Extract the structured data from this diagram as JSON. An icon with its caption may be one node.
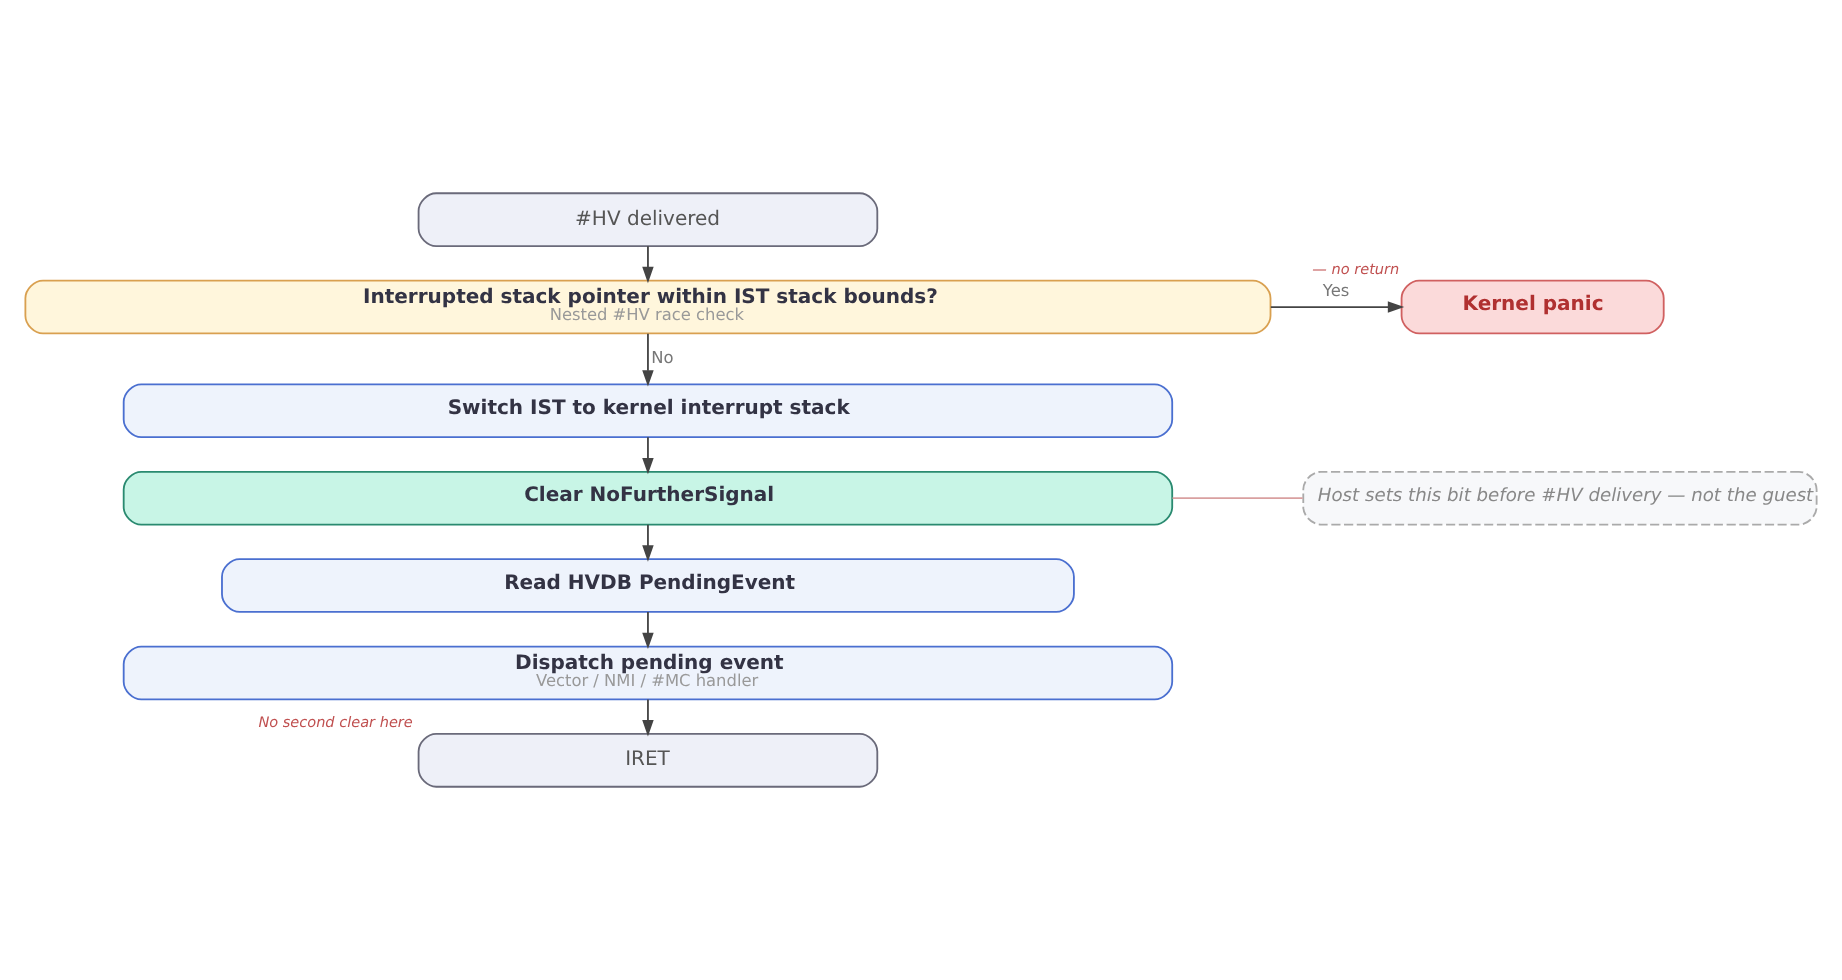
{
  "diagram": {
    "nodes": [
      {
        "text": [
          "#HV delivered"
        ]
      },
      {
        "text": [
          "Interrupted stack pointer within IST stack bounds?",
          "Nested #HV race check"
        ]
      },
      {
        "text": [
          "Kernel panic"
        ],
        "beside": [
          "— no return"
        ]
      },
      {
        "text": [
          "Switch IST to kernel interrupt stack"
        ]
      },
      {
        "text": [
          "Clear NoFurtherSignal"
        ]
      },
      {
        "text": [
          "Host sets this bit before #HV delivery — not the guest"
        ]
      },
      {
        "text": [
          "Read HVDB PendingEvent"
        ]
      },
      {
        "text": [
          "Dispatch pending event",
          "Vector / NMI / #MC handler"
        ]
      },
      {
        "text": [
          "IRET"
        ],
        "beside": [
          "No second clear here"
        ]
      }
    ],
    "edges": [
      {
        "from": 0,
        "to": 1,
        "arrow": "to"
      },
      {
        "from": 1,
        "to": 2,
        "arrow": "to",
        "label": "Yes"
      },
      {
        "from": 1,
        "to": 3,
        "arrow": "to",
        "label": "No"
      },
      {
        "from": 3,
        "to": 4,
        "arrow": "to"
      },
      {
        "from": 4,
        "to": 5,
        "arrow": "none",
        "color": "#d9a0a0"
      },
      {
        "from": 4,
        "to": 6,
        "arrow": "to"
      },
      {
        "from": 6,
        "to": 7,
        "arrow": "to"
      },
      {
        "from": 7,
        "to": 8,
        "arrow": "to"
      }
    ]
  }
}
